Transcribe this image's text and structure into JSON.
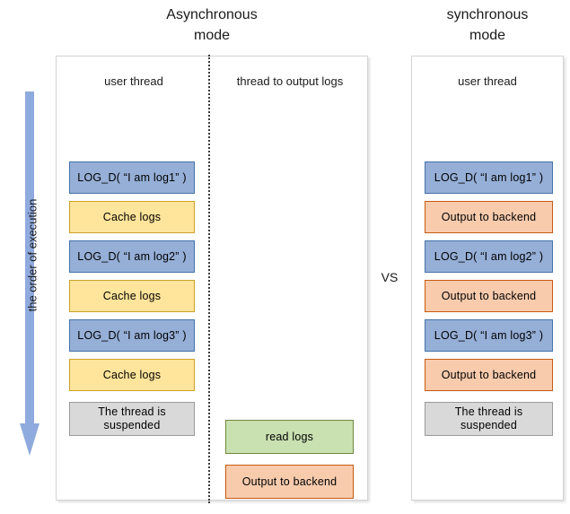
{
  "titles": {
    "async": "Asynchronous\nmode",
    "sync": "synchronous\nmode"
  },
  "vs_label": "VS",
  "order_arrow": {
    "label": "the order of execution",
    "icon": "down-arrow-icon",
    "color": "#8FAADC",
    "direction": "down"
  },
  "async_panel": {
    "columns": [
      {
        "header": "user thread",
        "steps": [
          {
            "label": "LOG_D( “I am log1” )",
            "color_name": "blue",
            "color": "#95AFD7"
          },
          {
            "label": "Cache logs",
            "color_name": "yellow",
            "color": "#FFE49B"
          },
          {
            "label": "LOG_D( “I am log2” )",
            "color_name": "blue",
            "color": "#95AFD7"
          },
          {
            "label": "Cache logs",
            "color_name": "yellow",
            "color": "#FFE49B"
          },
          {
            "label": "LOG_D( “I am log3” )",
            "color_name": "blue",
            "color": "#95AFD7"
          },
          {
            "label": "Cache logs",
            "color_name": "yellow",
            "color": "#FFE49B"
          },
          {
            "label": "The thread is\nsuspended",
            "color_name": "gray",
            "color": "#D9D9D9"
          }
        ]
      },
      {
        "header": "thread to output logs",
        "steps": [
          {
            "label": "read logs",
            "color_name": "green",
            "color": "#C9E0B0"
          },
          {
            "label": "Output to backend",
            "color_name": "orange",
            "color": "#F8CBAD"
          }
        ]
      }
    ]
  },
  "sync_panel": {
    "columns": [
      {
        "header": "user thread",
        "steps": [
          {
            "label": "LOG_D( “I am log1” )",
            "color_name": "blue",
            "color": "#95AFD7"
          },
          {
            "label": "Output to backend",
            "color_name": "orange",
            "color": "#F8CBAD"
          },
          {
            "label": "LOG_D( “I am log2” )",
            "color_name": "blue",
            "color": "#95AFD7"
          },
          {
            "label": "Output to backend",
            "color_name": "orange",
            "color": "#F8CBAD"
          },
          {
            "label": "LOG_D( “I am log3” )",
            "color_name": "blue",
            "color": "#95AFD7"
          },
          {
            "label": "Output to backend",
            "color_name": "orange",
            "color": "#F8CBAD"
          },
          {
            "label": "The thread is\nsuspended",
            "color_name": "gray",
            "color": "#D9D9D9"
          }
        ]
      }
    ]
  }
}
